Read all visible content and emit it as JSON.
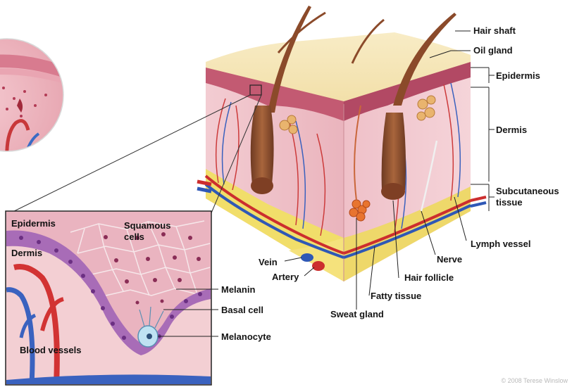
{
  "labels": {
    "hair_shaft": "Hair shaft",
    "oil_gland": "Oil gland",
    "epidermis": "Epidermis",
    "dermis": "Dermis",
    "subcutaneous": "Subcutaneous",
    "tissue": "tissue",
    "lymph_vessel": "Lymph vessel",
    "nerve": "Nerve",
    "hair_follicle": "Hair follicle",
    "fatty_tissue": "Fatty tissue",
    "sweat_gland": "Sweat gland",
    "vein": "Vein",
    "artery": "Artery"
  },
  "inset": {
    "epidermis": "Epidermis",
    "dermis": "Dermis",
    "squamous": "Squamous",
    "cells": "cells",
    "melanin": "Melanin",
    "basal_cell": "Basal cell",
    "melanocyte": "Melanocyte",
    "blood_vessels": "Blood vessels"
  },
  "copyright": "© 2008 Terese Winslow",
  "colors": {
    "epidermis_top": "#f6e8bf",
    "dermis": "#f0c3c9",
    "epidermis_band": "#c65b72",
    "fat": "#f3e26a",
    "hair": "#8b4a2a",
    "artery": "#d0302f",
    "vein": "#2f59b7"
  }
}
